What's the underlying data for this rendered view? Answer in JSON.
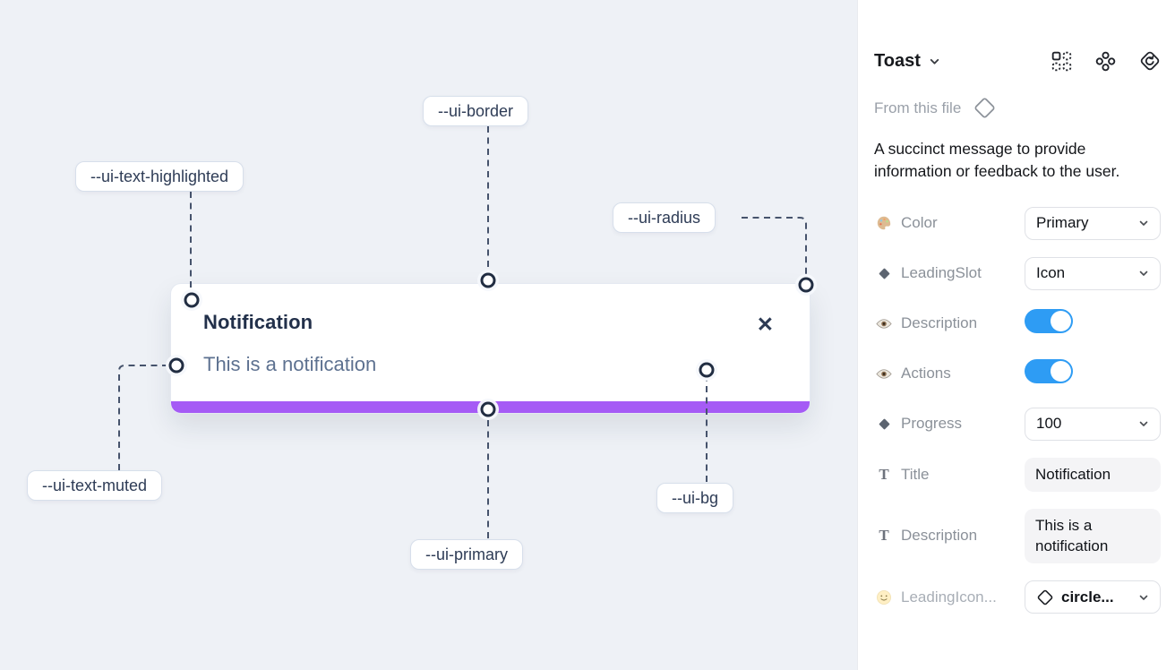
{
  "canvas": {
    "toast": {
      "title": "Notification",
      "description": "This is a notification",
      "close_icon": "✕"
    },
    "labels": {
      "border": "--ui-border",
      "text_highlighted": "--ui-text-highlighted",
      "radius": "--ui-radius",
      "text_muted": "--ui-text-muted",
      "primary": "--ui-primary",
      "bg": "--ui-bg"
    },
    "colors": {
      "canvas_bg": "#eef1f6",
      "primary_bar": "#a55bf5",
      "title_text": "#22304a",
      "muted_text": "#5d7190",
      "connector": "#46536c"
    }
  },
  "panel": {
    "title": "Toast",
    "header_icons": [
      "instance-grid-icon",
      "component-dots-icon",
      "diamond-swap-icon"
    ],
    "source_label": "From this file",
    "description": "A succinct message to provide information or feedback to the user.",
    "accent": {
      "toggle_on": "#2e9cf4"
    },
    "properties": [
      {
        "icon": "palette-icon",
        "label": "Color",
        "control": "select",
        "value": "Primary"
      },
      {
        "icon": "diamond-icon",
        "label": "LeadingSlot",
        "control": "select",
        "value": "Icon"
      },
      {
        "icon": "eye-icon",
        "label": "Description",
        "control": "toggle",
        "value": "on"
      },
      {
        "icon": "eye-icon",
        "label": "Actions",
        "control": "toggle",
        "value": "on"
      },
      {
        "icon": "diamond-icon",
        "label": "Progress",
        "control": "select",
        "value": "100"
      },
      {
        "icon": "text-icon",
        "label": "Title",
        "control": "textfield",
        "value": "Notification"
      },
      {
        "icon": "text-icon",
        "label": "Description",
        "control": "textfield",
        "value": "This is a notification"
      },
      {
        "icon": "smiley-icon",
        "label": "LeadingIcon...",
        "control": "select-icon",
        "value": "circle..."
      }
    ]
  }
}
